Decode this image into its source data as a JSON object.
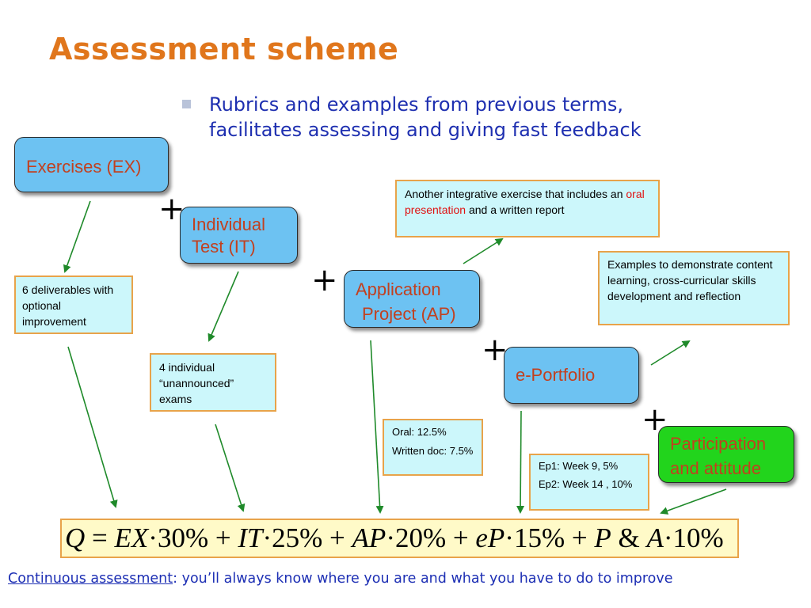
{
  "title": "Assessment scheme",
  "bullet": {
    "line1": "Rubrics and examples from previous terms,",
    "line2": "facilitates  assessing and giving fast feedback"
  },
  "components": {
    "exercises": "Exercises (EX)",
    "individual_test_l1": "Individual",
    "individual_test_l2": "Test (IT)",
    "application_project_l1": "Application",
    "application_project_l2": "Project (AP)",
    "eportfolio": "e-Portfolio",
    "participation_l1": "Participation",
    "participation_l2": "and attitude"
  },
  "plus_sign": "+",
  "notes": {
    "exercises_note": "6 deliverables with optional improvement",
    "it_note_l1": "4 individual",
    "it_note_l2": "“unannounced”",
    "it_note_l3": "exams",
    "ap_desc_part1": "Another integrative exercise that includes an ",
    "ap_desc_highlight": "oral presentation",
    "ap_desc_part2": " and a written report",
    "ap_weights_l1": "Oral: 12.5%",
    "ap_weights_l2": "Written doc: 7.5%",
    "ep_desc": "Examples to demonstrate content learning, cross-curricular skills development and reflection",
    "ep_weights_l1": "Ep1: Week 9,  5%",
    "ep_weights_l2": "Ep2: Week 14 , 10%"
  },
  "formula": {
    "q": "Q",
    "eq": " = ",
    "ex": "EX",
    "dot": "·",
    "w_ex": "30%",
    "plus": " + ",
    "it": "IT",
    "w_it": "25%",
    "ap": "AP",
    "w_ap": "20%",
    "ep": "eP",
    "w_ep": "15%",
    "p": "P",
    "amp": " & ",
    "a": "A",
    "w_pa": "10%"
  },
  "footer": {
    "link": "Continuous assessment",
    "rest": ": you’ll always know where you are and what you have to do to improve"
  },
  "colors": {
    "title": "#e0761c",
    "bullet_text": "#1e2fb0",
    "component_fill": "#6dc2f2",
    "participation_fill": "#22d41c",
    "note_fill": "#ccf7fb",
    "formula_fill": "#fffac8",
    "note_border": "#e8a34a",
    "arrow": "#1f8a2a",
    "highlight": "#e01010"
  }
}
